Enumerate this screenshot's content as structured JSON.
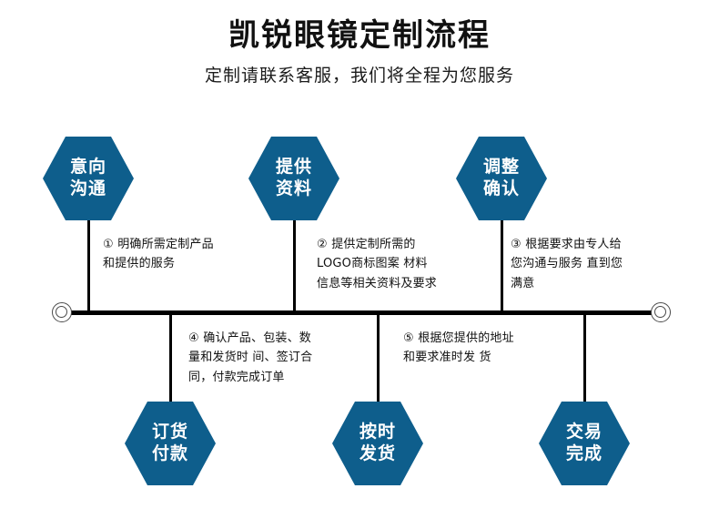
{
  "header": {
    "title": "凯锐眼镜定制流程",
    "subtitle": "定制请联系客服，我们将全程为您服务"
  },
  "theme": {
    "hex_fill": "#0e5e8c",
    "hex_text": "#ffffff",
    "axis_color": "#000000",
    "body_text": "#111111",
    "background": "#ffffff"
  },
  "timeline": {
    "left_endpoint_icon": "circle-ring-icon",
    "right_endpoint_icon": "circle-ring-icon"
  },
  "nodes": [
    {
      "id": "node-1",
      "line1": "意向",
      "line2": "沟通",
      "position": "above"
    },
    {
      "id": "node-2",
      "line1": "提供",
      "line2": "资料",
      "position": "above"
    },
    {
      "id": "node-3",
      "line1": "调整",
      "line2": "确认",
      "position": "above"
    },
    {
      "id": "node-4",
      "line1": "订货",
      "line2": "付款",
      "position": "below"
    },
    {
      "id": "node-5",
      "line1": "按时",
      "line2": "发货",
      "position": "below"
    },
    {
      "id": "node-6",
      "line1": "交易",
      "line2": "完成",
      "position": "below"
    }
  ],
  "steps": [
    {
      "id": "step-1",
      "marker": "①",
      "lines": [
        "明确所需定制产品",
        "和提供的服务"
      ],
      "position": "above"
    },
    {
      "id": "step-2",
      "marker": "②",
      "lines": [
        "提供定制所需的",
        "LOGO商标图案 材料",
        "信息等相关资料及要求"
      ],
      "position": "above"
    },
    {
      "id": "step-3",
      "marker": "③",
      "lines": [
        "根据要求由专人给",
        "您沟通与服务 直到您",
        "满意"
      ],
      "position": "above"
    },
    {
      "id": "step-4",
      "marker": "④",
      "lines": [
        "确认产品、包装、数",
        "量和发货时 间、签订合",
        "同，付款完成订单"
      ],
      "position": "below"
    },
    {
      "id": "step-5",
      "marker": "⑤",
      "lines": [
        "根据您提供的地址",
        "和要求准时发 货"
      ],
      "position": "below"
    }
  ]
}
